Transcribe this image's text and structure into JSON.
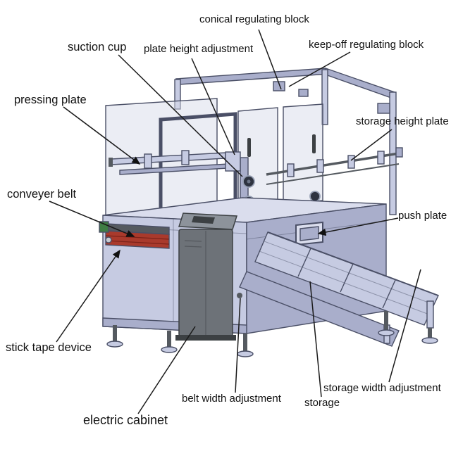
{
  "labels": {
    "conical_regulating_block": "conical regulating block",
    "suction_cup": "suction cup",
    "plate_height_adjustment": "plate height adjustment",
    "keep_off_regulating_block": "keep-off regulating block",
    "pressing_plate": "pressing plate",
    "storage_height_plate": "storage height plate",
    "conveyer_belt": "conveyer belt",
    "push_plate": "push plate",
    "stick_tape_device": "stick tape device",
    "belt_width_adjustment": "belt width adjustment",
    "storage_width_adjustment": "storage width adjustment",
    "storage": "storage",
    "electric_cabinet": "electric cabinet"
  },
  "colors": {
    "bg": "#ffffff",
    "text": "#111111",
    "leader": "#1a1a1a",
    "line": "#4a4f66",
    "body": "#c6cbe2",
    "body_light": "#dadded",
    "body_dark": "#a9aecb",
    "glass": "#d7dbea",
    "cabinet": "#6d7278",
    "cabinet_dark": "#3c4043",
    "cabinet_top": "#8d939b",
    "cabinet_seam": "#54585d",
    "belt_red": "#a93a2c",
    "belt_red_dark": "#7c2219",
    "green": "#3f7d44",
    "metal": "#555a60",
    "roller": "#c7cbd2",
    "suction": "#2e3340",
    "suction_rim": "#97a0b4"
  }
}
